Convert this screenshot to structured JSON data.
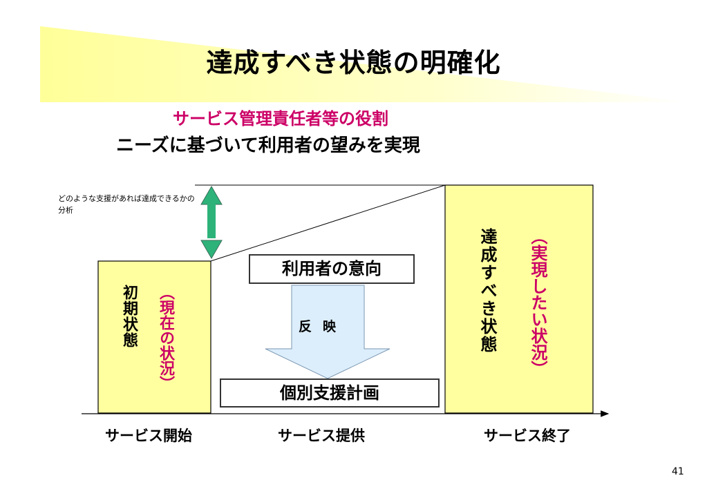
{
  "slide": {
    "title": "達成すべき状態の明確化",
    "role_heading": "サービス管理責任者等の役割",
    "role_description": "ニーズに基づいて利用者の望みを実現",
    "gap_analysis_note": "どのような支援があれば達成できるかの分析",
    "initial_state": "初期状態",
    "current_situation": "（現在の状況）",
    "target_state": "達成すべき状態",
    "desired_situation": "（実現したい状況）",
    "user_intention": "利用者の意向",
    "reflect": "反映",
    "individual_support_plan": "個別支援計画",
    "timeline": {
      "start": "サービス開始",
      "provision": "サービス提供",
      "end": "サービス終了"
    },
    "page_number": "41"
  },
  "colors": {
    "box_fill": "#ffffa0",
    "accent_magenta": "#cc0066",
    "gap_arrow": "#2db37a",
    "down_arrow_fill": "#dceefb",
    "banner": "#ffffcc"
  }
}
